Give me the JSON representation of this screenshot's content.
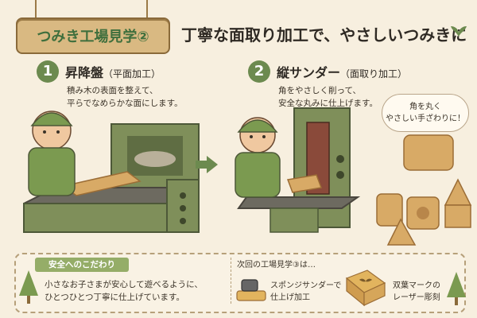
{
  "header": {
    "sign_title": "つみき工場見学②",
    "headline": "丁寧な面取り加工で、やさしいつみきに"
  },
  "steps": [
    {
      "number": "1",
      "title": "昇降盤",
      "subtitle": "（平面加工）",
      "desc1": "積み木の表面を整えて、",
      "desc2": "平らでなめらかな面にします。"
    },
    {
      "number": "2",
      "title": "縦サンダー",
      "subtitle": "（面取り加工）",
      "desc1": "角をやさしく削って、",
      "desc2": "安全な丸みに仕上げます。"
    }
  ],
  "bubble": {
    "line1": "角を丸く",
    "line2": "やさしい手ざわりに！"
  },
  "bottom": {
    "tag": "安全へのこだわり",
    "text1": "小さなお子さまが安心して遊べるように、",
    "text2": "ひとつひとつ丁寧に仕上げています。",
    "next_title": "次回の工場見学③は…",
    "next_item1a": "スポンジサンダーで",
    "next_item1b": "仕上げ加工",
    "next_item2a": "双葉マークの",
    "next_item2b": "レーザー彫刻"
  },
  "colors": {
    "accent_green": "#6c8a4f",
    "wood": "#d8aa66",
    "machine": "#7f8f5a",
    "paper": "#f7efdf"
  }
}
